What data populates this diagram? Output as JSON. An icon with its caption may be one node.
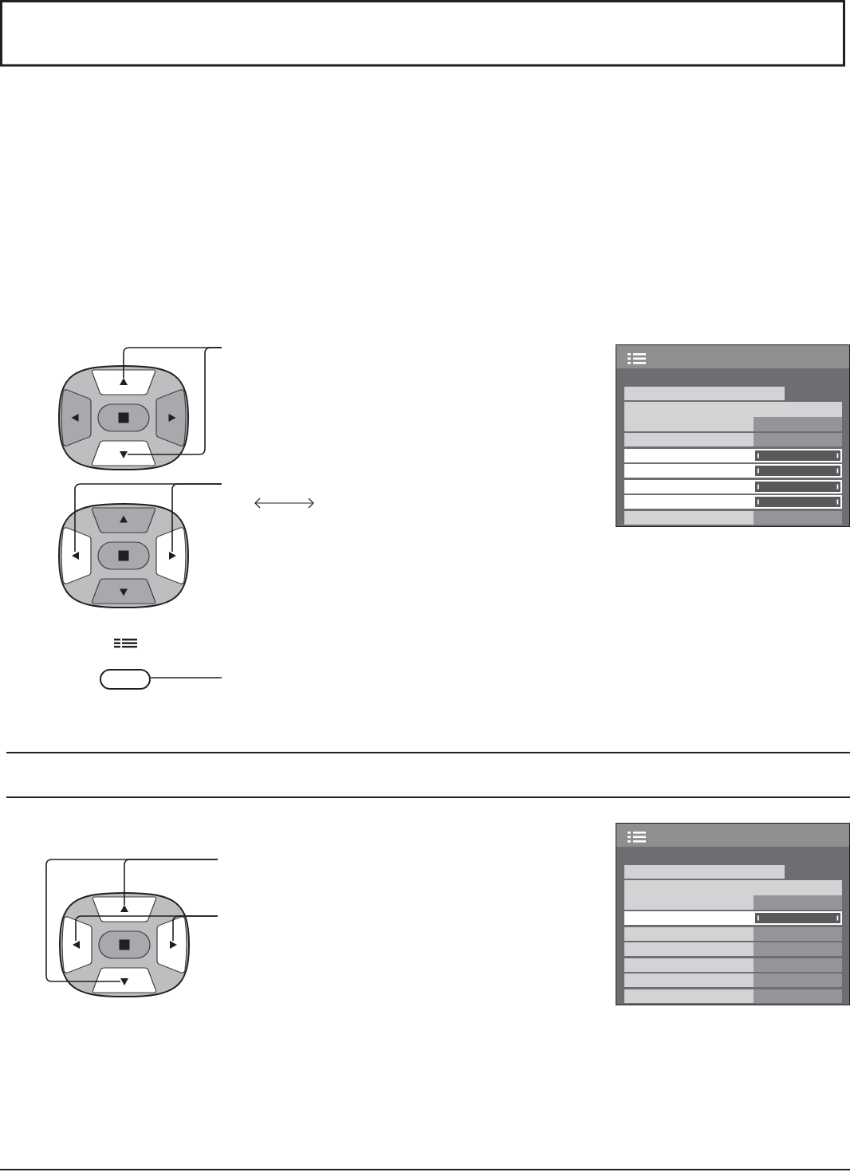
{
  "diagram": {
    "nodes": [
      {
        "text": [],
        "shape": "triangle"
      },
      {
        "text": [],
        "shape": "triangle"
      },
      {
        "text": [],
        "shape": "triangle"
      },
      {
        "text": [],
        "shape": "triangle"
      },
      {
        "text": [],
        "shape": "oval"
      },
      {
        "text": [],
        "shape": "triangle"
      },
      {
        "text": [],
        "shape": "triangle"
      },
      {
        "text": [],
        "shape": "triangle"
      },
      {
        "text": [],
        "shape": "triangle"
      }
    ],
    "edges": [
      {
        "from": null,
        "to": 0,
        "arrow": "none"
      },
      {
        "from": null,
        "to": 1,
        "arrow": "none"
      },
      {
        "from": null,
        "to": 2,
        "arrow": "none"
      },
      {
        "from": null,
        "to": 3,
        "arrow": "none"
      },
      {
        "from": null,
        "to": 4,
        "arrow": "none"
      },
      {
        "from": null,
        "to": 5,
        "arrow": "none"
      },
      {
        "from": null,
        "to": 8,
        "arrow": "none"
      },
      {
        "from": null,
        "to": 6,
        "arrow": "none"
      },
      {
        "from": null,
        "to": 7,
        "arrow": "none"
      }
    ]
  }
}
